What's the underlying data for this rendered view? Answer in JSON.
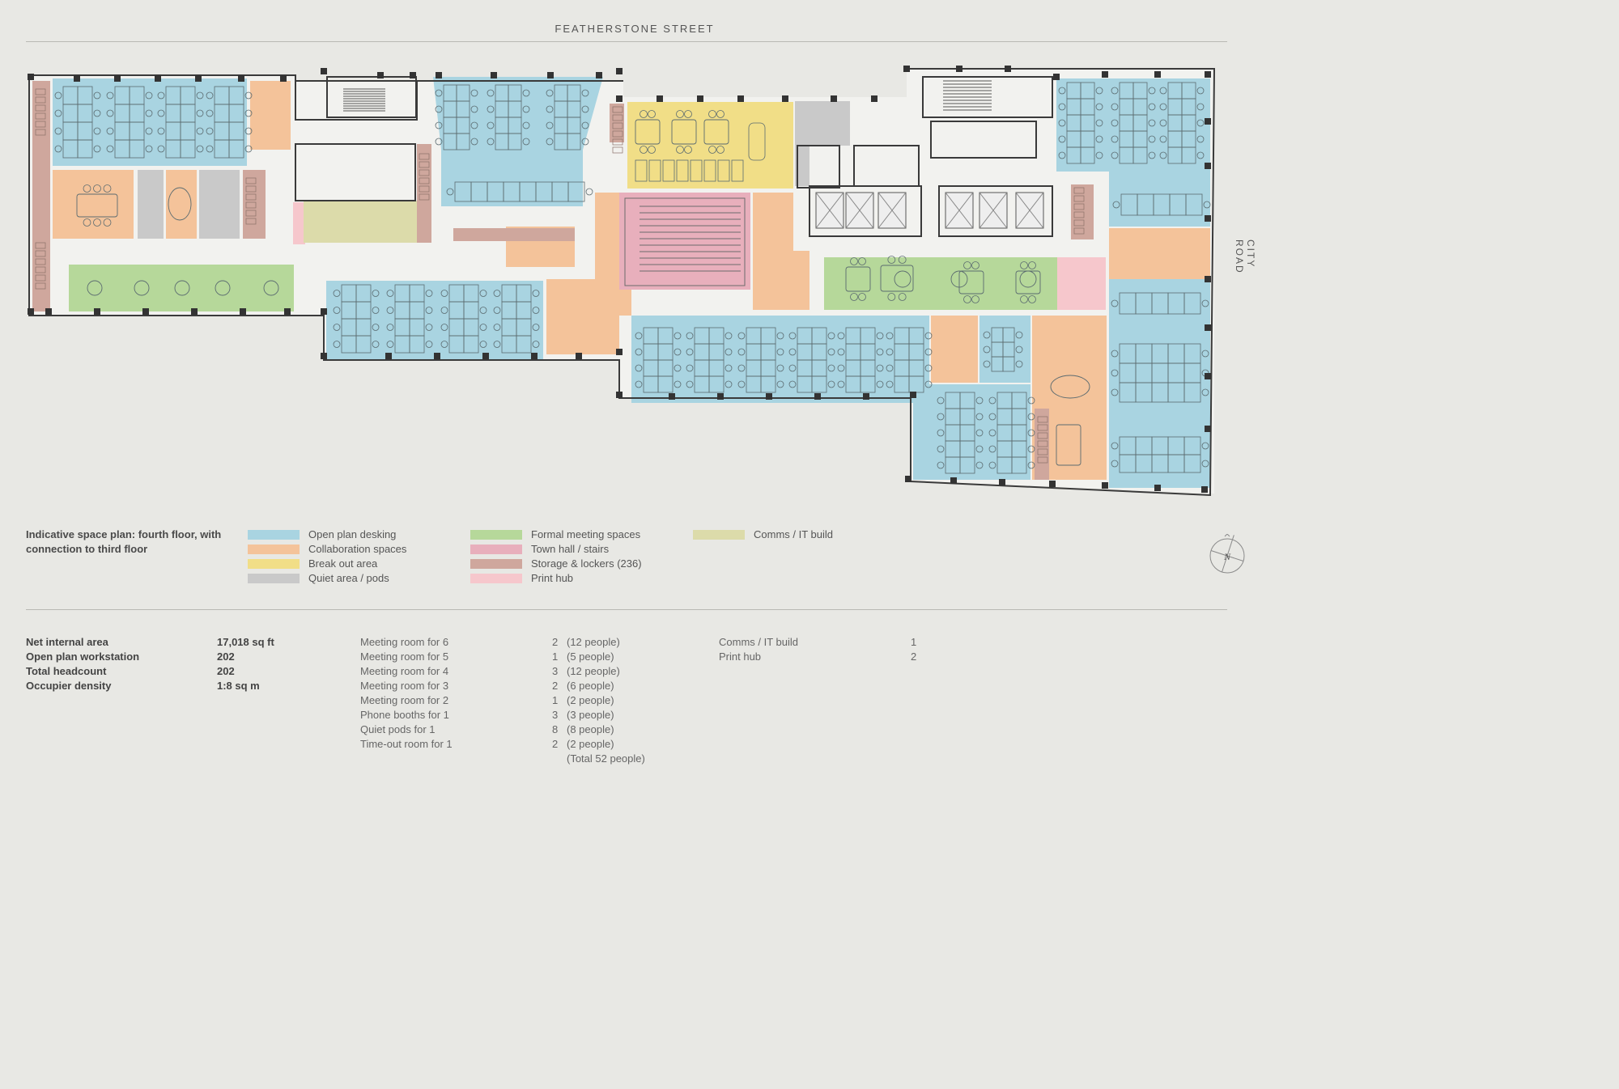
{
  "header": {
    "street_top": "FEATHERSTONE STREET",
    "street_right": "CITY ROAD"
  },
  "legend": {
    "title": "Indicative space plan: fourth floor, with connection to third floor",
    "items": [
      {
        "label": "Open plan desking",
        "color": "#a9d4e1"
      },
      {
        "label": "Collaboration spaces",
        "color": "#f4c39a"
      },
      {
        "label": "Break out area",
        "color": "#f1de87"
      },
      {
        "label": "Quiet area / pods",
        "color": "#c9c9c9"
      },
      {
        "label": "Formal meeting spaces",
        "color": "#b6d89a"
      },
      {
        "label": "Town hall / stairs",
        "color": "#e8afbc"
      },
      {
        "label": "Storage & lockers (236)",
        "color": "#cfa79d"
      },
      {
        "label": "Print hub",
        "color": "#f6c7cc"
      },
      {
        "label": "Comms / IT build",
        "color": "#dcdbaa"
      }
    ]
  },
  "compass": {
    "label": "N"
  },
  "summary": [
    {
      "label": "Net internal area",
      "value": "17,018 sq ft"
    },
    {
      "label": "Open plan workstation",
      "value": "202"
    },
    {
      "label": "Total headcount",
      "value": "202"
    },
    {
      "label": "Occupier density",
      "value": "1:8 sq m"
    }
  ],
  "rooms": [
    {
      "label": "Meeting room for 6",
      "count": "2",
      "people": "(12 people)"
    },
    {
      "label": "Meeting room for 5",
      "count": "1",
      "people": "(5 people)"
    },
    {
      "label": "Meeting room for 4",
      "count": "3",
      "people": "(12 people)"
    },
    {
      "label": "Meeting room for 3",
      "count": "2",
      "people": "(6 people)"
    },
    {
      "label": "Meeting room for 2",
      "count": "1",
      "people": "(2 people)"
    },
    {
      "label": "Phone booths for 1",
      "count": "3",
      "people": "(3 people)"
    },
    {
      "label": "Quiet pods for 1",
      "count": "8",
      "people": "(8 people)"
    },
    {
      "label": "Time-out room for 1",
      "count": "2",
      "people": "(2 people)"
    }
  ],
  "rooms_total": "(Total 52 people)",
  "extras": [
    {
      "label": "Comms / IT build",
      "count": "1"
    },
    {
      "label": "Print hub",
      "count": "2"
    }
  ],
  "colors": {
    "background": "#e8e8e4",
    "wall": "#333333",
    "line": "#6b6b6b"
  }
}
